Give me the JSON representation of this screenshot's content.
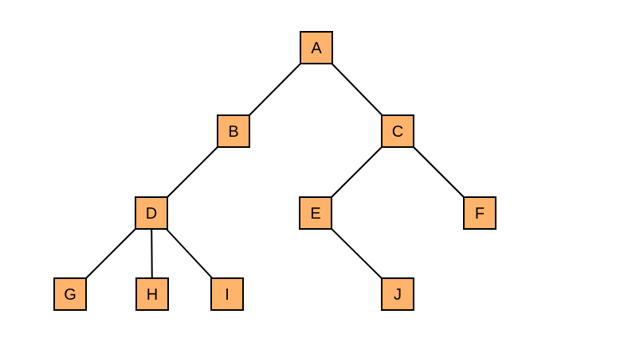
{
  "diagram": {
    "type": "tree",
    "colors": {
      "node_fill": "#FFB36B",
      "node_border": "#000000",
      "edge": "#000000",
      "text": "#000000",
      "background": "#FFFFFF"
    },
    "nodes": [
      {
        "id": "A",
        "label": "A"
      },
      {
        "id": "B",
        "label": "B"
      },
      {
        "id": "C",
        "label": "C"
      },
      {
        "id": "D",
        "label": "D"
      },
      {
        "id": "E",
        "label": "E"
      },
      {
        "id": "F",
        "label": "F"
      },
      {
        "id": "G",
        "label": "G"
      },
      {
        "id": "H",
        "label": "H"
      },
      {
        "id": "I",
        "label": "I"
      },
      {
        "id": "J",
        "label": "J"
      }
    ],
    "edges": [
      {
        "from": "A",
        "to": "B"
      },
      {
        "from": "A",
        "to": "C"
      },
      {
        "from": "B",
        "to": "D"
      },
      {
        "from": "C",
        "to": "E"
      },
      {
        "from": "C",
        "to": "F"
      },
      {
        "from": "D",
        "to": "G"
      },
      {
        "from": "D",
        "to": "H"
      },
      {
        "from": "D",
        "to": "I"
      },
      {
        "from": "E",
        "to": "J"
      }
    ]
  }
}
